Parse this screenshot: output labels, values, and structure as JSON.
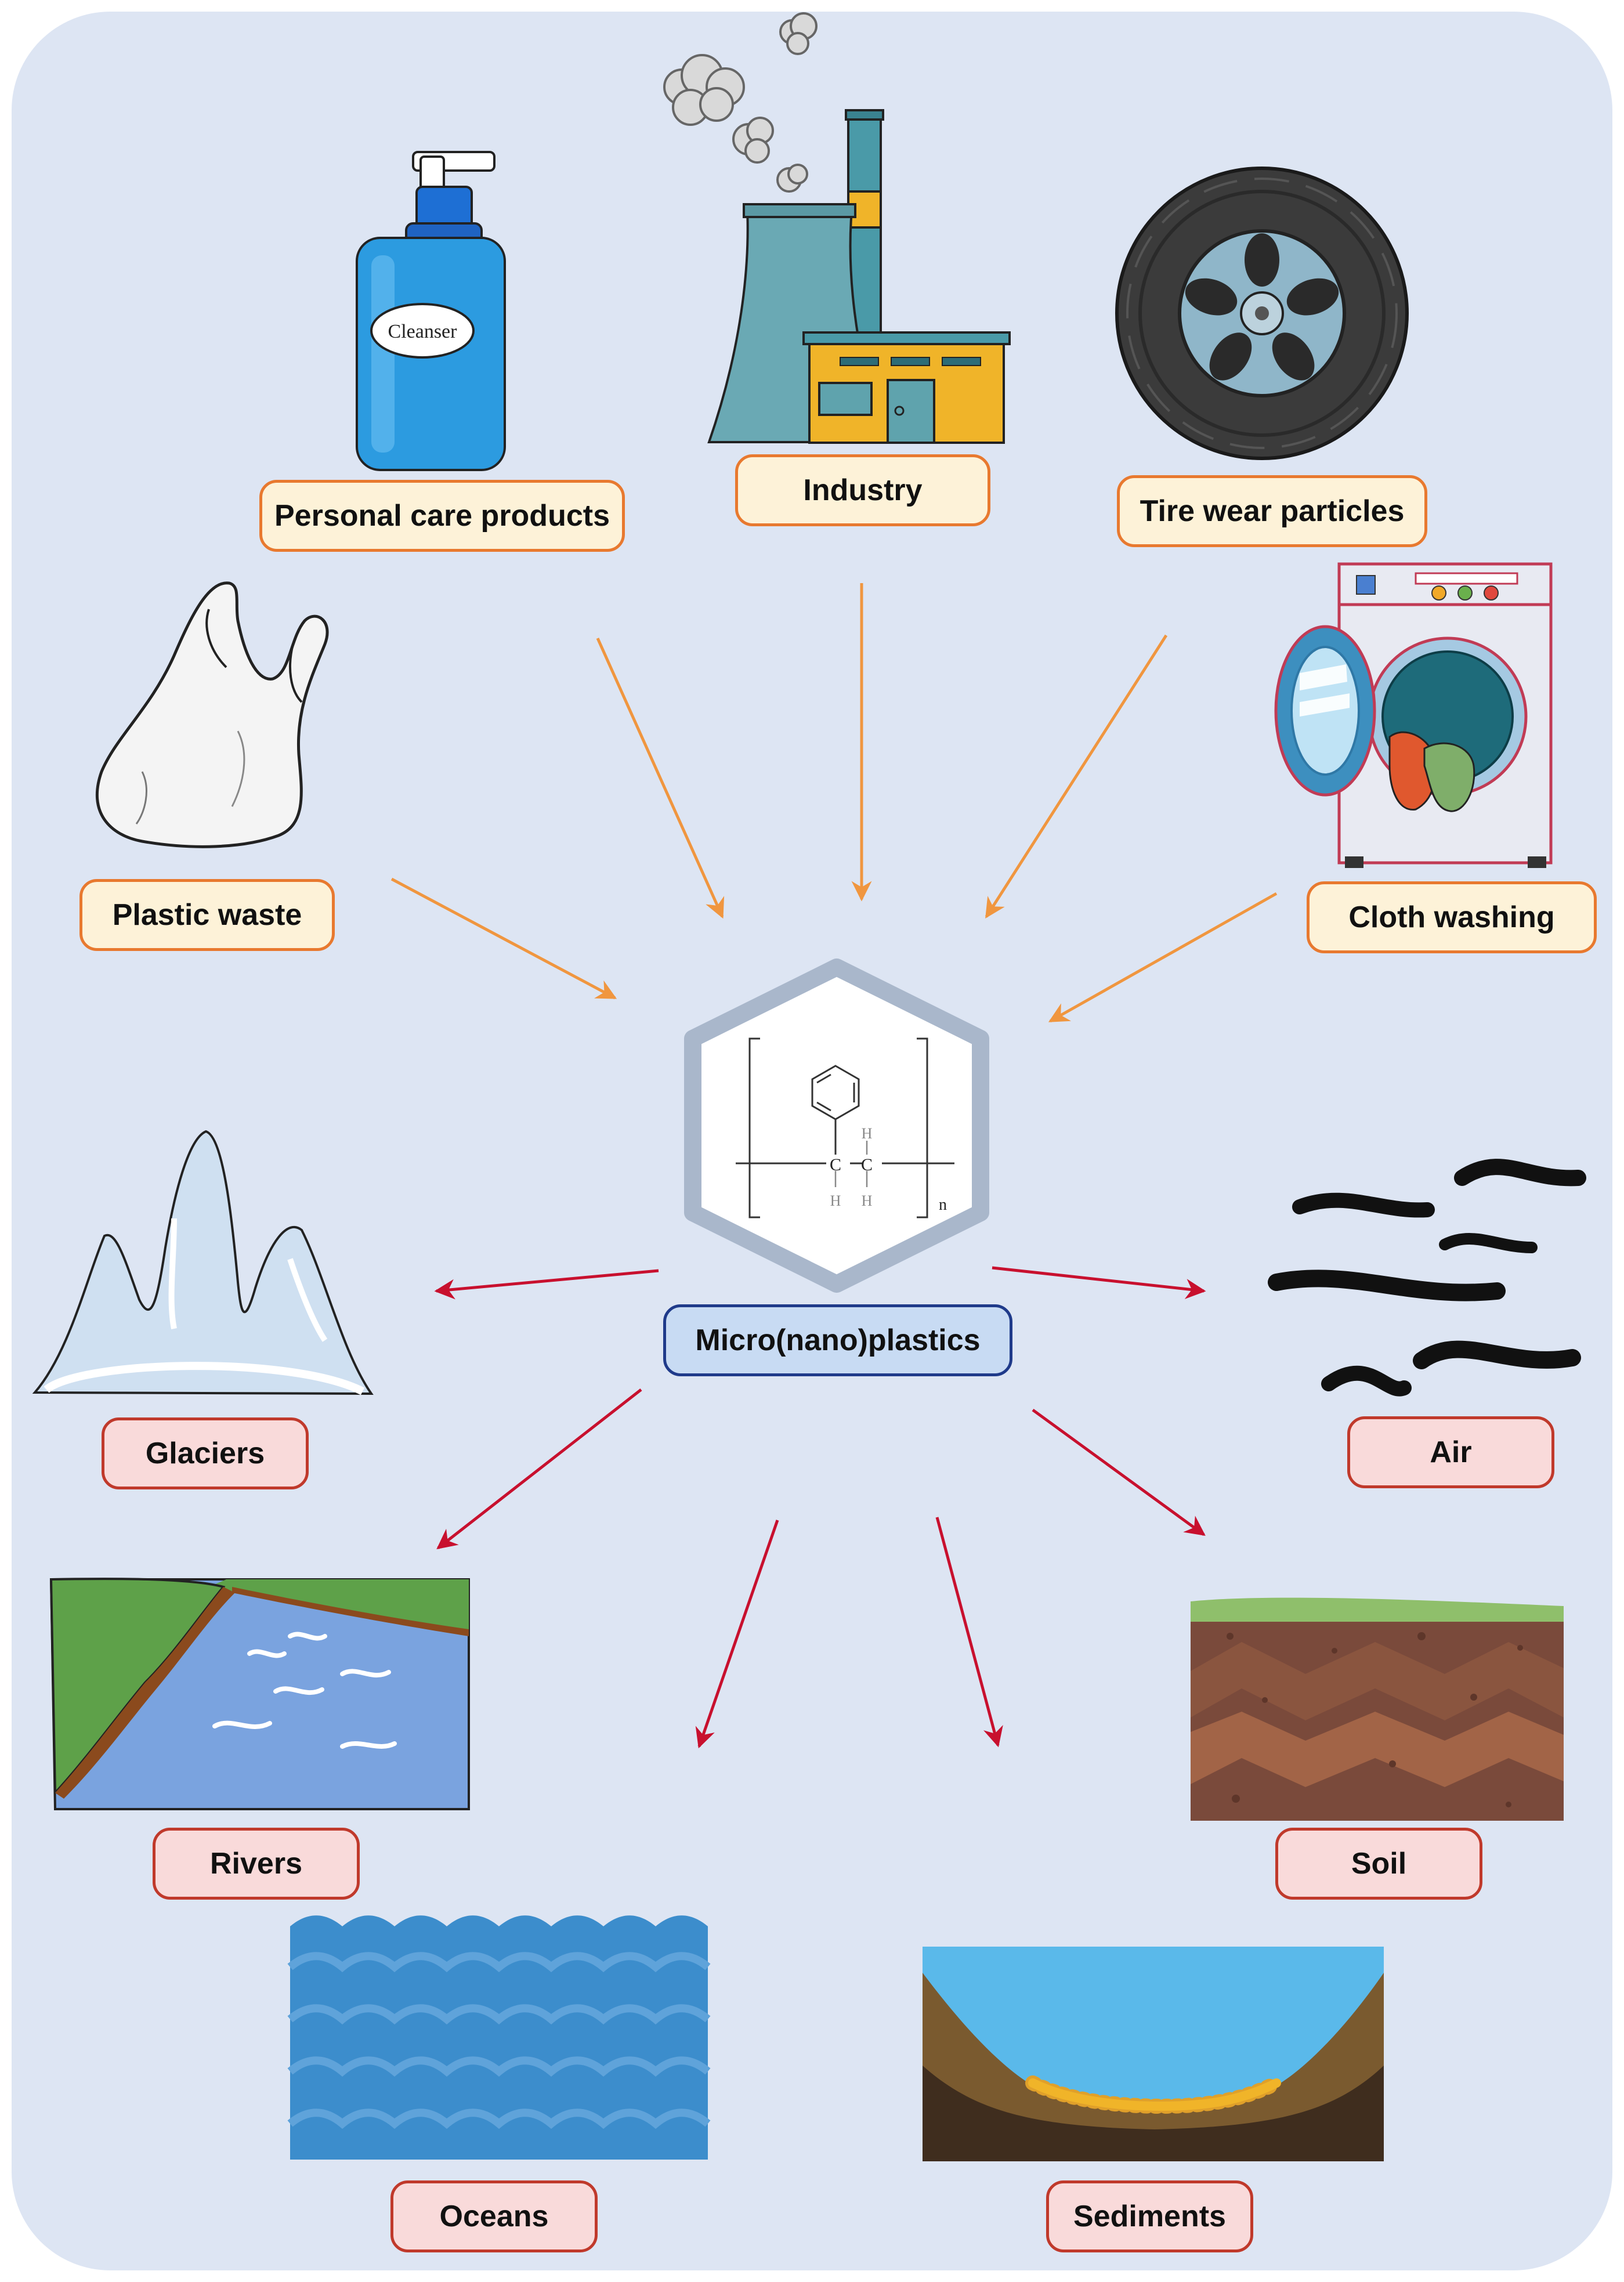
{
  "center": {
    "label": "Micro(nano)plastics",
    "subscript": "n",
    "hydrogen": "H",
    "carbon": "C"
  },
  "sources": [
    {
      "id": "personal-care-products",
      "label": "Personal care products"
    },
    {
      "id": "industry",
      "label": "Industry"
    },
    {
      "id": "tire-wear-particles",
      "label": "Tire wear particles"
    },
    {
      "id": "plastic-waste",
      "label": "Plastic waste"
    },
    {
      "id": "cloth-washing",
      "label": "Cloth washing"
    }
  ],
  "destinations": [
    {
      "id": "glaciers",
      "label": "Glaciers"
    },
    {
      "id": "air",
      "label": "Air"
    },
    {
      "id": "rivers",
      "label": "Rivers"
    },
    {
      "id": "soil",
      "label": "Soil"
    },
    {
      "id": "oceans",
      "label": "Oceans"
    },
    {
      "id": "sediments",
      "label": "Sediments"
    }
  ],
  "bottle_label": "Cleanser",
  "colors": {
    "background": "#dde5f3",
    "source_border": "#e8792f",
    "source_fill": "#fdf2d8",
    "source_arrow": "#f0963f",
    "destination_border": "#c0392b",
    "destination_fill": "#f9dada",
    "destination_arrow": "#c8102e",
    "center_border": "#1f3a8a",
    "center_fill": "#c8dbf3",
    "hexagon": "#a9b7cb"
  }
}
